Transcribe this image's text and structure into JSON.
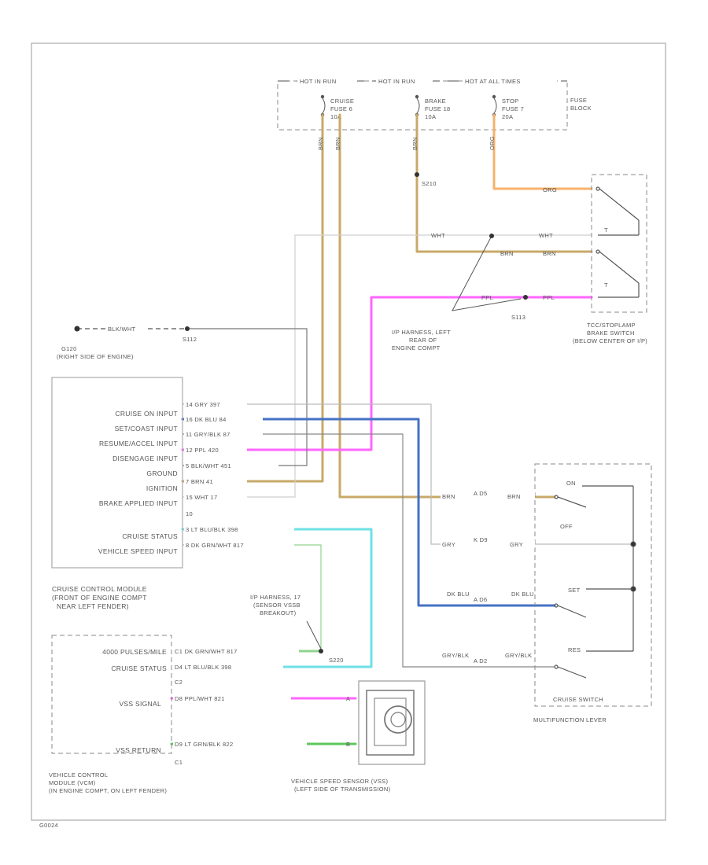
{
  "fuse_block": {
    "hot_in_run": "HOT IN RUN",
    "hot_in_run_2": "HOT IN RUN",
    "hot_at_all_times": "HOT AT ALL TIMES",
    "label": [
      "FUSE",
      "BLOCK"
    ],
    "fuses": [
      {
        "lines": [
          "CRUISE",
          "FUSE 6",
          "10A"
        ]
      },
      {
        "lines": [
          "BRAKE",
          "FUSE 18",
          "10A"
        ]
      },
      {
        "lines": [
          "STOP",
          "FUSE 7",
          "20A"
        ]
      }
    ]
  },
  "wires": {
    "brn_a": "BRN",
    "brn_b": "BRN",
    "brn_c": "BRN",
    "org": "ORG",
    "org2": "ORG",
    "s210": "S210",
    "wht1": "WHT",
    "wht2": "WHT",
    "brn_s": "BRN",
    "brn_s2": "BRN",
    "ppl1": "PPL",
    "ppl2": "PPL",
    "s113": "S113",
    "blk_wht": "BLK/WHT",
    "s112": "S112"
  },
  "brake_switch": {
    "lines": [
      "TCC/STOPLAMP",
      "BRAKE SWITCH",
      "(BELOW CENTER OF I/P)"
    ]
  },
  "ground": {
    "name": "G120",
    "location": "(RIGHT SIDE OF ENGINE)"
  },
  "harness_note": {
    "lines": [
      "I/P HARNESS, LEFT",
      "REAR OF",
      "ENGINE COMPT"
    ]
  },
  "cruise_module": {
    "inputs": [
      "CRUISE ON INPUT",
      "SET/COAST INPUT",
      "RESUME/ACCEL INPUT",
      "DISENGAGE INPUT",
      "GROUND",
      "IGNITION",
      "BRAKE APPLIED INPUT",
      "CRUISE STATUS",
      "VEHICLE SPEED INPUT"
    ],
    "pins": [
      "14  GRY  397",
      "16  DK BLU  84",
      "11  GRY/BLK  87",
      "12  PPL  420",
      "5  BLK/WHT  451",
      "7  BRN  41",
      "15  WHT  17",
      "3  LT BLU/BLK  398",
      "8  DK GRN/WHT  817"
    ],
    "extra_pin": "10",
    "caption": [
      "CRUISE CONTROL MODULE",
      "(FRONT OF ENGINE COMPT",
      "NEAR LEFT FENDER)"
    ]
  },
  "vcm": {
    "inputs": [
      "4000 PULSES/MILE",
      "CRUISE STATUS",
      "VSS SIGNAL",
      "VSS RETURN"
    ],
    "pins": [
      "C1  DK GRN/WHT  817",
      "D4  LT BLU/BLK  398",
      "D8  PPL/WHT  821",
      "D9  LT GRN/BLK  822"
    ],
    "connectors": [
      "C2",
      "C1"
    ],
    "vss_pins": [
      "A",
      "B"
    ],
    "splice": "S220",
    "splice_note": [
      "I/P HARNESS, 17",
      "(SENSOR VSSB",
      "BREAKOUT)"
    ],
    "caption": [
      "VEHICLE CONTROL",
      "MODULE (VCM)",
      "(IN ENGINE COMPT, ON LEFT FENDER)"
    ]
  },
  "vss": {
    "caption": [
      "VEHICLE SPEED SENSOR (VSS)",
      "(LEFT SIDE OF TRANSMISSION)"
    ]
  },
  "multifunction": {
    "positions": [
      "ON",
      "OFF",
      "SET",
      "RES"
    ],
    "switch_label": "CRUISE SWITCH",
    "caption": "MULTIFUNCTION LEVER",
    "wire_labels": [
      {
        "left": "BRN",
        "conn": "A D5",
        "right": "BRN"
      },
      {
        "left": "GRY",
        "conn": "K D9",
        "right": "GRY"
      },
      {
        "left": "DK BLU",
        "conn": "A D6",
        "right": "DK BLU"
      },
      {
        "left": "GRY/BLK",
        "conn": "A D2",
        "right": "GRY/BLK"
      }
    ]
  },
  "footer": "G0024"
}
